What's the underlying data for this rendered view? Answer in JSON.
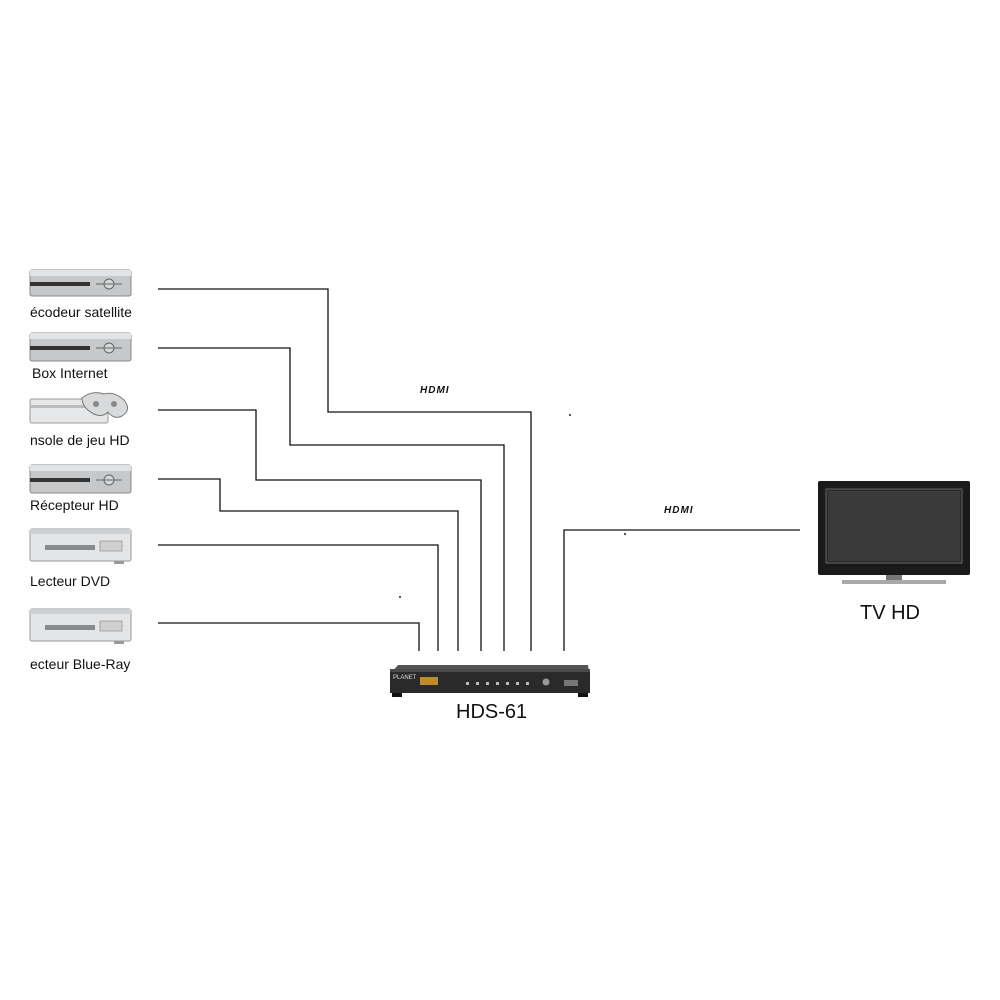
{
  "devices": [
    {
      "label": "écodeur satellite",
      "icon": "satellite-decoder-icon"
    },
    {
      "label": "Box Internet",
      "icon": "internet-box-icon"
    },
    {
      "label": "nsole de jeu HD",
      "icon": "game-console-icon"
    },
    {
      "label": "Récepteur HD",
      "icon": "hd-receiver-icon"
    },
    {
      "label": "Lecteur DVD",
      "icon": "dvd-player-icon"
    },
    {
      "label": "ecteur Blue-Ray",
      "icon": "bluray-player-icon"
    }
  ],
  "switch": {
    "label": "HDS-61",
    "brand": "PLANET"
  },
  "tv": {
    "label": "TV HD"
  },
  "cables": {
    "input_label": "HDMI",
    "output_label": "HDMI"
  }
}
